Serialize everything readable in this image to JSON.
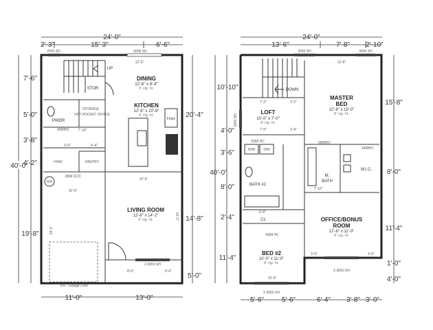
{
  "left_plan": {
    "overall_width": "24'-0\"",
    "top_dims": [
      "2'-3\"",
      "15'-3\"",
      "6'-6\""
    ],
    "overall_depth": "40'-0\"",
    "left_dims": [
      "7'-6\"",
      "5'-0\"",
      "3'-8\"",
      "4'-2\"",
      "19'-8\""
    ],
    "right_dims": [
      "20'-4\"",
      "14'-8\"",
      "5'-0\""
    ],
    "bottom_dims": [
      "11'-0\"",
      "13'-0\""
    ],
    "dining": {
      "name": "DINING",
      "size": "12'-6\" x 8'-8\"",
      "ceiling": "9' clg. ht."
    },
    "kitchen": {
      "name": "KITCHEN",
      "size": "12'-6\" x 10'-8\"",
      "ceiling": "9' clg. ht."
    },
    "living": {
      "name": "LIVING ROOM",
      "size": "12'-6\" x 14'-2\"",
      "ceiling": "9' clg. ht."
    },
    "labels": {
      "stor": "STOR",
      "up": "UP",
      "pwdr": "PWDR",
      "storage": "STORAGE",
      "office": "OPT POCKET OFFICE",
      "pantry": "PANTRY",
      "hvac": "HVAC",
      "wh": "WH",
      "fridge": "fridge",
      "garage_door": "8'x7' Garage Door"
    },
    "openings": {
      "w1": "2050 SH",
      "w2": "6068 SD",
      "d1": "2668HC",
      "d2": "2868 SCD",
      "w3": "2-3060 SH"
    },
    "inner_dims": {
      "a": "12'-6\"",
      "b": "10'-0\"",
      "c": "12'-6\"",
      "d": "8'-0\"",
      "e": "5'-0\"",
      "f": "7'-10\"",
      "g": "3'-6\"",
      "h": "4'-4\"",
      "i": "19'-2\"",
      "j": "14'-2\""
    }
  },
  "right_plan": {
    "overall_width": "24'-0\"",
    "top_dims": [
      "13'-6\"",
      "7'-8\"",
      "2'-10\""
    ],
    "overall_depth": "40'-0\"",
    "left_dims": [
      "10'-10\"",
      "4'-0\"",
      "3'-6\"",
      "8'-0\"",
      "2'-4\"",
      "11'-4\""
    ],
    "right_dims": [
      "15'-8\"",
      "8'-0\"",
      "11'-4\"",
      "1'-0\"",
      "4'-0\""
    ],
    "bottom_dims": [
      "5'-6\"",
      "5'-6\"",
      "6'-4\"",
      "3'-8\"",
      "3'-0\""
    ],
    "master": {
      "name1": "MASTER",
      "name2": "BED",
      "size": "12'-8\" x 15'-0\"",
      "ceiling": "8' clg. ht."
    },
    "loft": {
      "name": "LOFT",
      "size": "10'-0\" x 7'-0\"",
      "ceiling": "8' clg. ht."
    },
    "office": {
      "name1": "OFFICE/BONUS",
      "name2": "ROOM",
      "size": "12'-8\" x 11'-0\"",
      "ceiling": "8' clg. ht."
    },
    "bed2": {
      "name": "BED #2",
      "size": "10'-0\" x 11'-0\"",
      "ceiling": "8' clg. ht."
    },
    "labels": {
      "down": "DOWN",
      "bath2": "BATH #2",
      "mbath1": "M.",
      "mbath2": "BATH",
      "wic": "W.I.C.",
      "cl": "CL",
      "wm": "W/M",
      "dm": "D/M"
    },
    "openings": {
      "w1": "3050 SH",
      "w2": "3050 SH",
      "w3": "3060 SH",
      "d1": "5068 HC",
      "d2": "2668HC",
      "d3": "2468HC",
      "d4": "4068 HC",
      "w4": "2-3050 SH",
      "w5": "2-3050 SH"
    },
    "inner_dims": {
      "a": "12'-8\"",
      "b": "7'-2\"",
      "c": "3'-2\"",
      "d": "7'-0\"",
      "e": "3'-4\"",
      "f": "7'-10\"",
      "g": "10'-4\"",
      "h": "3'-0\"",
      "i": "6'-8\"",
      "j": "3'-0\""
    }
  }
}
